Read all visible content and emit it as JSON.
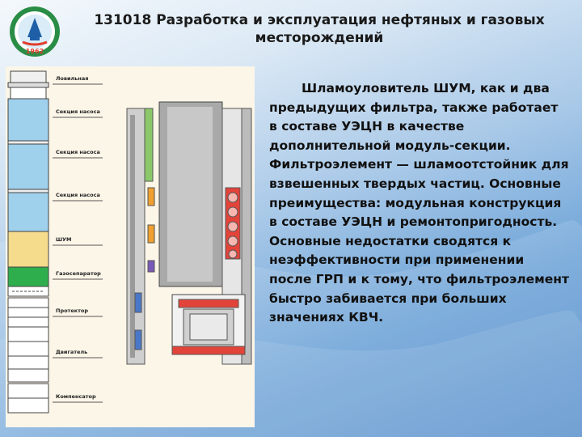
{
  "slide": {
    "title": "131018 Разработка и эксплуатация нефтяных и газовых месторождений",
    "paragraph": "Шламоуловитель ШУМ, как и два предыдущих фильтра, также работает в составе УЭЦН в качестве дополнительной модуль-секции. Фильтроэлемент — шламоотстойник для взвешенных твердых частиц. Основные преимущества: модульная конструкция в составе УЭЦН и ремонтопригодность. Основные недостатки сводятся к неэффективности при применении после ГРП и к тому, что фильтроэлемент быстро забивается при больших значениях КВЧ."
  },
  "logo": {
    "year": "1962"
  },
  "diagram": {
    "labels": [
      "Ловильная",
      "Секция насоса",
      "Секция насоса",
      "Секция насоса",
      "ШУМ",
      "Газосепаратор",
      "Протектор",
      "Двигатель",
      "Компенсатор"
    ]
  },
  "colors": {
    "pump_section": "#9fd0ec",
    "shum": "#f5dc8c",
    "gas_separator": "#2fae4e",
    "inner_red": "#e3443a",
    "diagram_bg": "#fbf6e8"
  }
}
